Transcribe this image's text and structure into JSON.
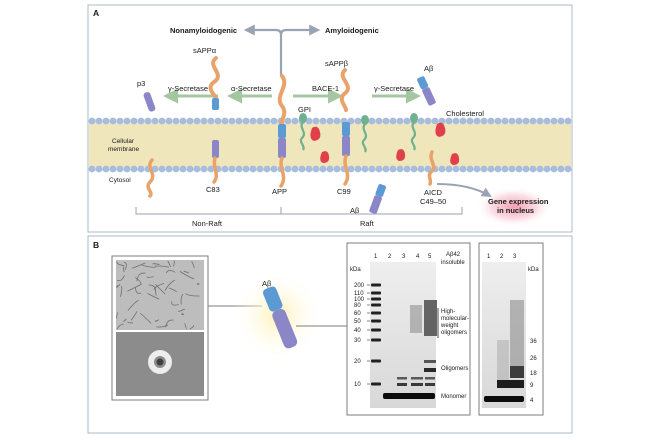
{
  "panel_a": {
    "letter": "A",
    "nonamyloidogenic": "Nonamyloidogenic",
    "amyloidogenic": "Amyloidogenic",
    "sappa": "sAPPα",
    "sappb": "sAPPβ",
    "p3": "p3",
    "gamma_left": "γ-Secretase",
    "alpha": "α-Secretase",
    "bace": "BACE-1",
    "gamma_right": "γ-Secretase",
    "abeta_top": "Aβ",
    "gpi": "GPI",
    "cholesterol": "Cholesterol",
    "membrane": "Cellular membrane",
    "cytosol": "Cytosol",
    "c83": "C83",
    "app": "APP",
    "c99": "C99",
    "abeta_bottom": "Aβ",
    "aicd": "AICD",
    "c4950": "C49–50",
    "gene": "Gene expression in nucleus",
    "nonraft": "Non-Raft",
    "raft": "Raft"
  },
  "panel_b": {
    "letter": "B",
    "abeta_label": "Aβ",
    "gel1": {
      "lanes": [
        "1",
        "2",
        "3",
        "4",
        "5"
      ],
      "kda": "kDa",
      "markers": [
        "200",
        "110",
        "100",
        "80",
        "60",
        "50",
        "40",
        "30",
        "20",
        "10"
      ],
      "title": "Aβ42 insoluble",
      "hmw": "High-molecular-weight oligomers",
      "oligomers": "Oligomers",
      "monomer": "Monomer"
    },
    "gel2": {
      "lanes": [
        "1",
        "2",
        "3"
      ],
      "kda": "kDa",
      "markers": [
        "36",
        "26",
        "18",
        "9",
        "4"
      ]
    }
  },
  "colors": {
    "frame": "#a9b8c8",
    "membrane": "#f0e6bc",
    "lipid_head": "#a6bde0",
    "protein_orange": "#e9a36a",
    "protein_purple": "#8a86c8",
    "protein_blue": "#5b9ad2",
    "cholesterol_red": "#e0404c",
    "gpi_green": "#6fb08e",
    "glow": "#f4a8b8",
    "arrow_green": "#a4c7a2",
    "arrow_gray": "#9aa3b3"
  }
}
